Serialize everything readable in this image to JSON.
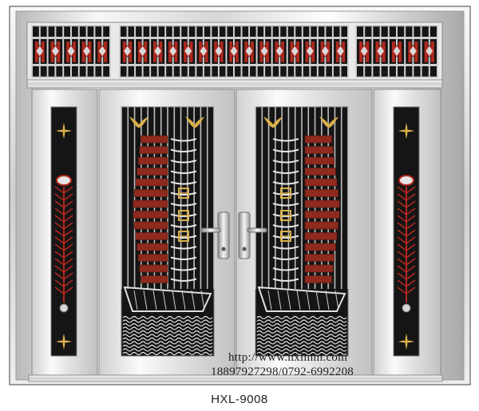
{
  "product": {
    "model": "HXL-9008"
  },
  "watermark": {
    "url": "http://www.hxlmm.com",
    "phones": "18897927298/0792-6992208"
  },
  "colors": {
    "steel_light": "#f4f4f4",
    "steel_mid": "#cfcfcf",
    "steel_dark": "#8c8c8c",
    "grille_black": "#151515",
    "brick_red": "#8e2a1e",
    "ornament_red": "#b0281e",
    "gold": "#d9b04a"
  },
  "icons": {
    "bird": "swallow-icon",
    "flower": "four-petal-flower-icon",
    "ship": "sailing-ship-icon"
  }
}
